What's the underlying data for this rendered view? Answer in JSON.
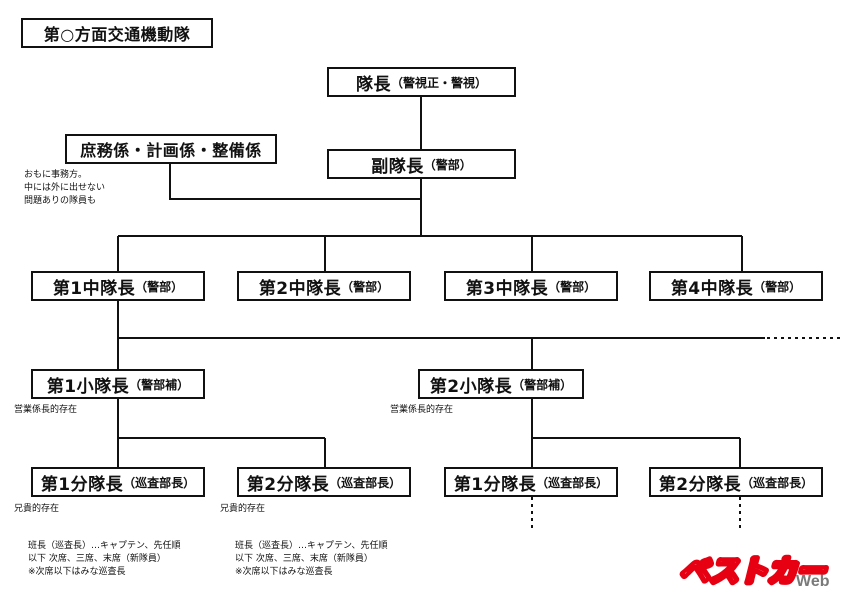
{
  "title": "第○方面交通機動隊",
  "chief": {
    "main": "隊長",
    "sub": "（警視正・警視）"
  },
  "general_affairs": {
    "main": "庶務係・計画係・整備係"
  },
  "general_affairs_note": [
    "おもに事務方。",
    "中には外に出せない",
    "問題ありの隊員も"
  ],
  "vice_chief": {
    "main": "副隊長",
    "sub": "（警部）"
  },
  "mid_chiefs": [
    {
      "main": "第1中隊長",
      "sub": "（警部）"
    },
    {
      "main": "第2中隊長",
      "sub": "（警部）"
    },
    {
      "main": "第3中隊長",
      "sub": "（警部）"
    },
    {
      "main": "第4中隊長",
      "sub": "（警部）"
    }
  ],
  "small_chiefs": [
    {
      "main": "第1小隊長",
      "sub": "（警部補）",
      "note": "営業係長的存在"
    },
    {
      "main": "第2小隊長",
      "sub": "（警部補）",
      "note": "営業係長的存在"
    }
  ],
  "squad_chiefs": [
    {
      "main": "第1分隊長",
      "sub": "（巡査部長）"
    },
    {
      "main": "第2分隊長",
      "sub": "（巡査部長）"
    },
    {
      "main": "第1分隊長",
      "sub": "（巡査部長）"
    },
    {
      "main": "第2分隊長",
      "sub": "（巡査部長）"
    }
  ],
  "squad_role_note": "兄貴的存在",
  "squad_members_note": [
    "班長（巡査長）…キャプテン、先任順",
    "以下 次席、三席、末席（新隊員）",
    "※次席以下はみな巡査長"
  ],
  "logo": {
    "text": "ベストカー",
    "suffix": "Web",
    "color": "#e60012"
  }
}
